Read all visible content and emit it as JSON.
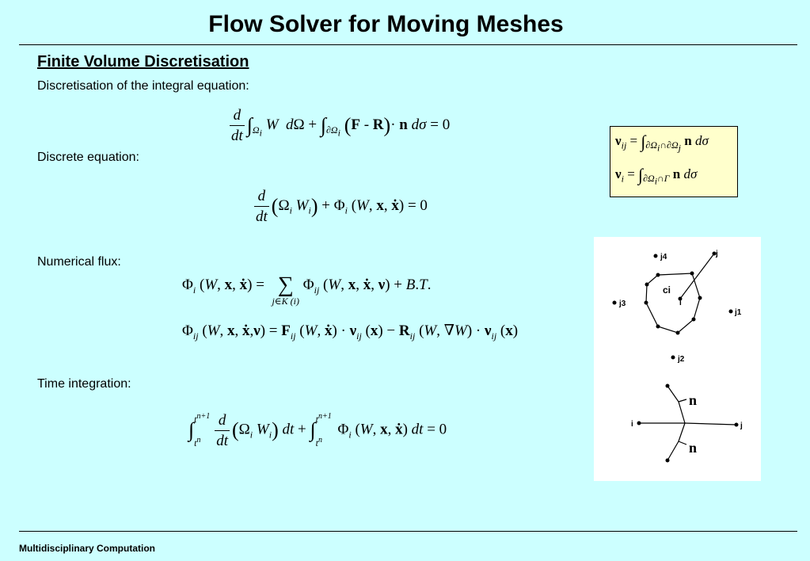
{
  "header": {
    "title": "Flow Solver for Moving Meshes"
  },
  "section": {
    "heading": "Finite Volume Discretisation"
  },
  "labels": {
    "integral": "Discretisation of the integral equation:",
    "discrete": "Discrete equation:",
    "flux": "Numerical flux:",
    "time": "Time integration:"
  },
  "diagram": {
    "polygon_labels": [
      "j4",
      "j",
      "ci",
      "i",
      "j3",
      "j1",
      "j2"
    ],
    "normals_labels": [
      "n",
      "n",
      "i",
      "j"
    ]
  },
  "footer": {
    "text": "Multidisciplinary Computation"
  },
  "colors": {
    "background": "#ccffff",
    "box": "#ffffcc",
    "panel": "#ffffff"
  }
}
